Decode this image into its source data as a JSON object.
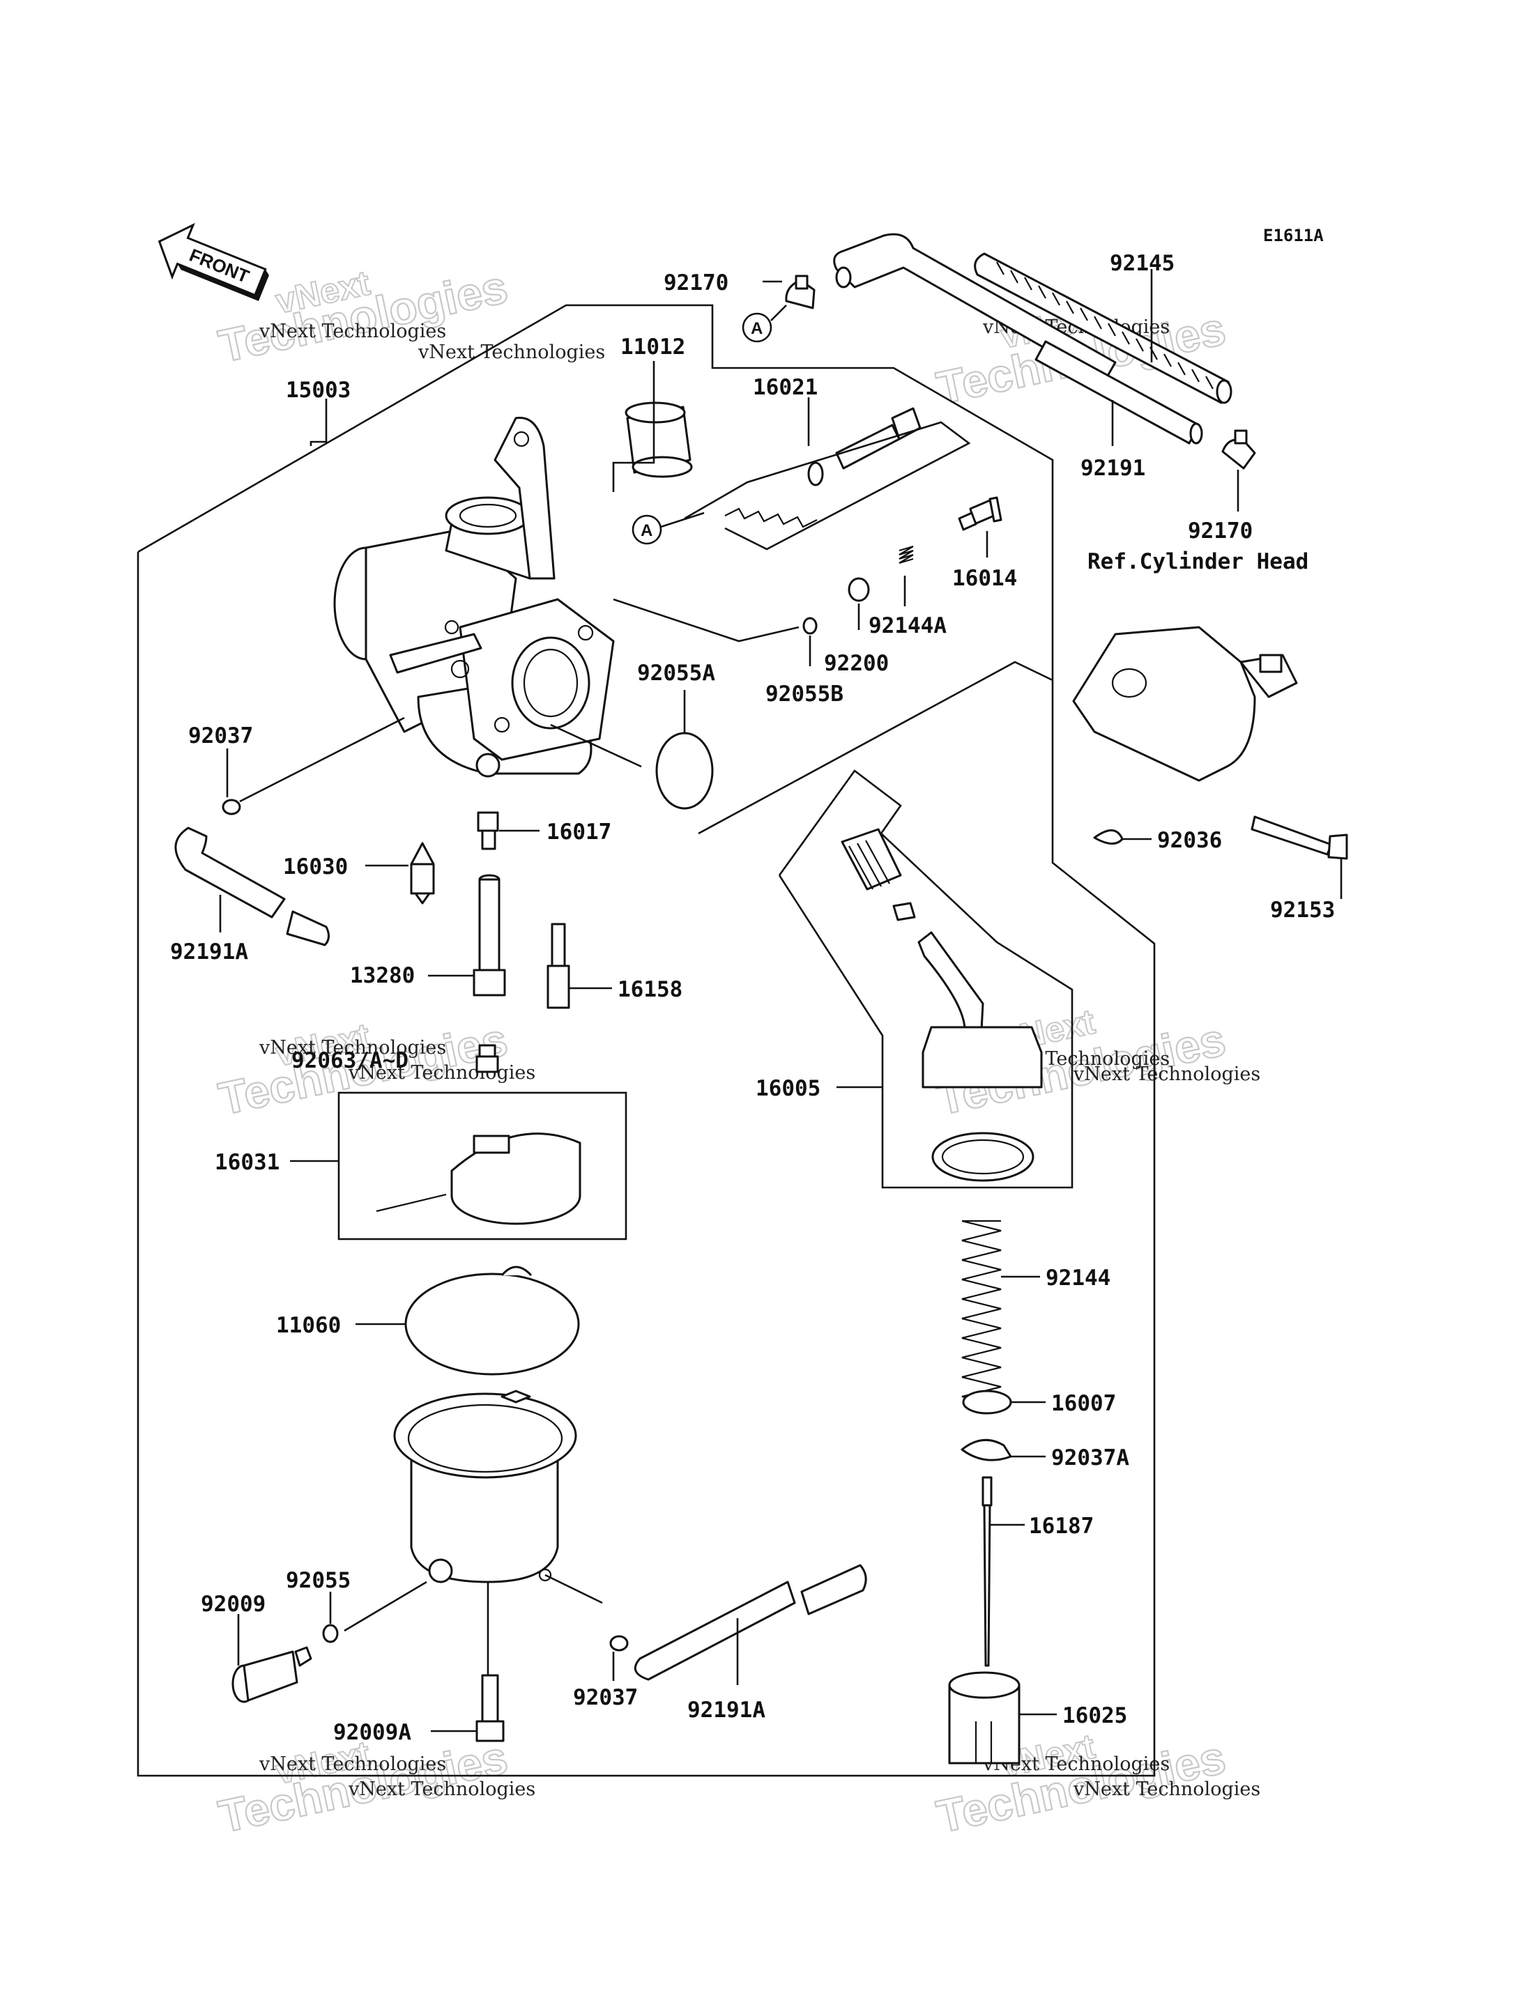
{
  "diagram_code": "E1611A",
  "front_label": "FRONT",
  "ref_label": "Ref.Cylinder Head",
  "ref_marker": "A",
  "watermark": {
    "line1": "vNext Technologies",
    "line2": "Technologies",
    "line3": "vNext"
  },
  "parts": [
    "92170",
    "92145",
    "11012",
    "16021",
    "15003",
    "92191",
    "92170",
    "16014",
    "92144A",
    "92200",
    "92055B",
    "92055A",
    "92037",
    "16017",
    "92036",
    "16030",
    "92153",
    "92191A",
    "13280",
    "16158",
    "92063/A~D",
    "16005",
    "16031",
    "92144",
    "11060",
    "16007",
    "92037A",
    "16187",
    "92055",
    "92009",
    "16025",
    "92037",
    "92191A",
    "92009A"
  ]
}
